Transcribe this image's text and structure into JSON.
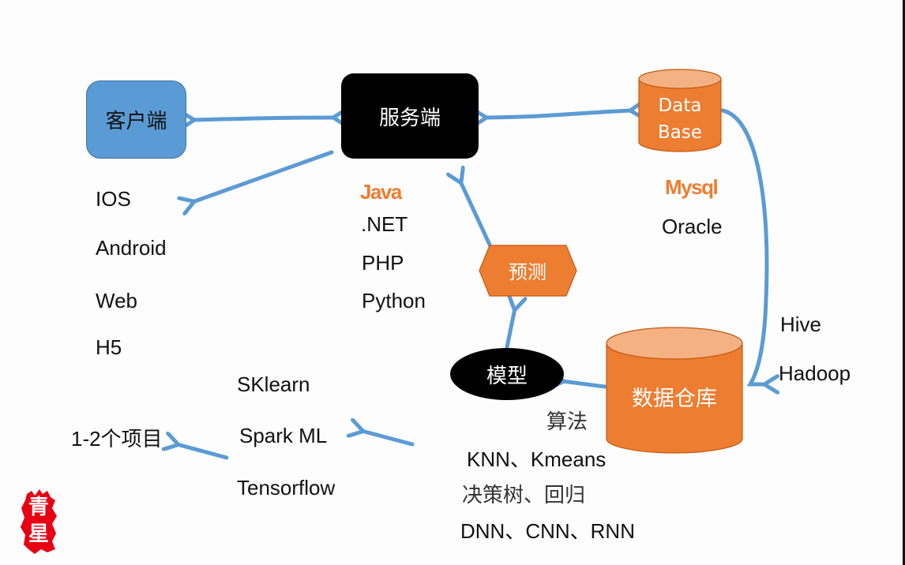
{
  "colors": {
    "blue_box": "#5b9bd5",
    "arrow": "#5b9bd5",
    "orange": "#ed7d31",
    "orange_top": "#f4b183",
    "black": "#000000",
    "stamp_red": "#e60012"
  },
  "nodes": {
    "client": "客户端",
    "server": "服务端",
    "database": {
      "line1": "Data",
      "line2": "Base"
    },
    "data_warehouse": "数据仓库",
    "model": "模型",
    "predict": "预测"
  },
  "client_platforms": [
    "IOS",
    "Android",
    "Web",
    "H5"
  ],
  "server_languages": {
    "highlight": "Java",
    "others": [
      ".NET",
      "PHP",
      "Python"
    ]
  },
  "databases": {
    "highlight": "Mysql",
    "others": [
      "Oracle"
    ]
  },
  "big_data": [
    "Hive",
    "Hadoop"
  ],
  "algorithms": {
    "title": "算法",
    "lines": [
      "KNN、Kmeans",
      "决策树、回归",
      "DNN、CNN、RNN"
    ]
  },
  "ml_frameworks": [
    "SKlearn",
    "Spark ML",
    "Tensorflow"
  ],
  "projects": "1-2个项目",
  "watermark": {
    "line1": "青",
    "line2": "星"
  }
}
